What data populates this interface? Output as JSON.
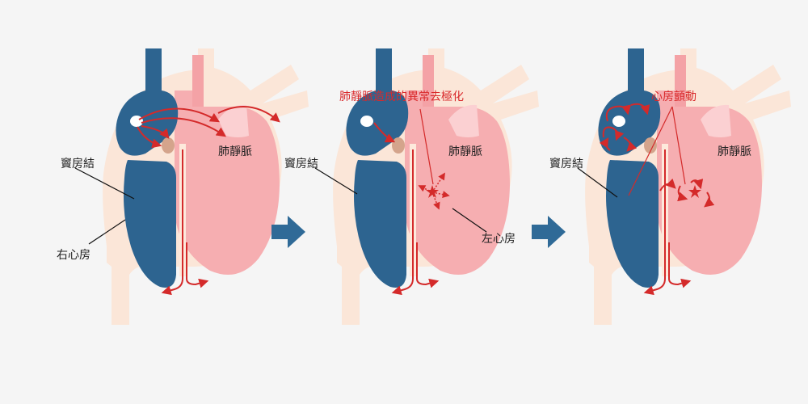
{
  "colors": {
    "background": "#f5f5f5",
    "body_outline": "#fbe6d8",
    "right_heart": "#2d6490",
    "left_heart": "#f6aeb1",
    "left_heart_light": "#fbd0d2",
    "septum": "#fde9dc",
    "node": "#d4a48c",
    "signal": "#d42a2a",
    "arrow_step": "#2f6a97"
  },
  "panel1": {
    "sa_node_label": "竇房結",
    "pulmonary_vein_label": "肺靜脈",
    "right_atrium_label": "右心房"
  },
  "panel2": {
    "sa_node_label": "竇房結",
    "pulmonary_vein_label": "肺靜脈",
    "left_atrium_label": "左心房",
    "abnormal_label": "肺靜脈造成的異常去極化"
  },
  "panel3": {
    "sa_node_label": "竇房結",
    "pulmonary_vein_label": "肺靜脈",
    "fibrillation_label": "心房顫動"
  }
}
